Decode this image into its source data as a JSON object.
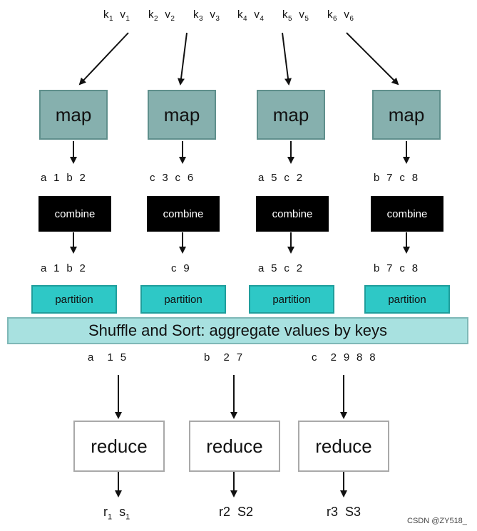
{
  "inputs": [
    {
      "k": "k",
      "ks": "1",
      "v": "v",
      "vs": "1"
    },
    {
      "k": "k",
      "ks": "2",
      "v": "v",
      "vs": "2"
    },
    {
      "k": "k",
      "ks": "3",
      "v": "v",
      "vs": "3"
    },
    {
      "k": "k",
      "ks": "4",
      "v": "v",
      "vs": "4"
    },
    {
      "k": "k",
      "ks": "5",
      "v": "v",
      "vs": "5"
    },
    {
      "k": "k",
      "ks": "6",
      "v": "v",
      "vs": "6"
    }
  ],
  "map_label": "map",
  "combine_label": "combine",
  "partition_label": "partition",
  "map_outputs": [
    "a  1  b  2",
    "c  3  c  6",
    "a  5  c  2",
    "b  7  c  8"
  ],
  "combine_outputs": [
    "a  1  b  2",
    "c  9",
    "a  5  c  2",
    "b  7  c  8"
  ],
  "shuffle_label": "Shuffle and Sort: aggregate values by keys",
  "grouped": [
    "a    1  5",
    "b    2  7",
    "c    2  9  8  8"
  ],
  "reduce_label": "reduce",
  "outputs": [
    {
      "r": "r",
      "rs": "1",
      "s": "s",
      "ss": "1"
    },
    {
      "r": "r2",
      "rs": "",
      "s": "S2",
      "ss": ""
    },
    {
      "r": "r3",
      "rs": "",
      "s": "S3",
      "ss": ""
    }
  ],
  "watermark": "CSDN @ZY518_"
}
